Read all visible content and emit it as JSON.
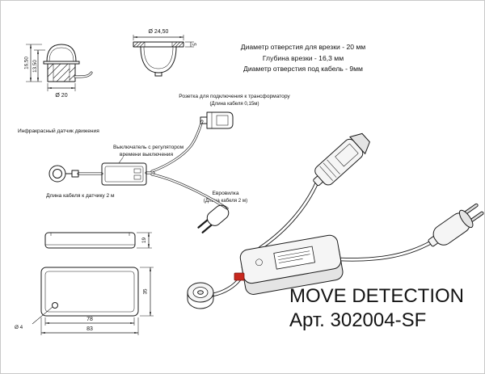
{
  "canvas": {
    "background": "#ffffff",
    "line_color": "#1a1a1a",
    "accent_red": "#c8281e"
  },
  "specs": {
    "line1": "Диаметр отверстия для врезки - 20 мм",
    "line2": "Глубина врезки - 16,3 мм",
    "line3": "Диаметр отверстия под кабель - 9мм"
  },
  "schematic": {
    "socket_label": "Розетка для подключения к трансформатору",
    "socket_sublabel": "(Длина кабеля 0,15м)",
    "sensor_label": "Инфракрасный датчик движения",
    "switch_label_line1": "Выключатель с регулятором",
    "switch_label_line2": "времени выключения",
    "sensor_cable_label": "Длина кабеля к датчику 2 м",
    "plug_label": "Евровилка",
    "plug_sublabel": "(Длина кабеля 2 м)"
  },
  "dimensions": {
    "sensor_total_height": "16,50",
    "sensor_body_height": "13,50",
    "sensor_body_diameter": "Ø 20",
    "flange_diameter": "Ø 24,50",
    "flange_height": "5",
    "box_height": "19",
    "box_width": "35",
    "box_inner_length": "78",
    "box_total_length": "83",
    "hole_diameter": "Ø 4"
  },
  "product": {
    "title": "MOVE DETECTION",
    "article": "Арт. 302004-SF"
  }
}
